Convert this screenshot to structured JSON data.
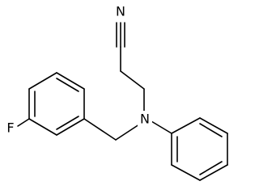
{
  "molecule": {
    "atoms": {
      "nitrile_n": "N",
      "amine_n": "N",
      "fluorine": "F"
    },
    "colors": {
      "bond": "#000000",
      "label": "#000000",
      "background": "#ffffff"
    }
  }
}
